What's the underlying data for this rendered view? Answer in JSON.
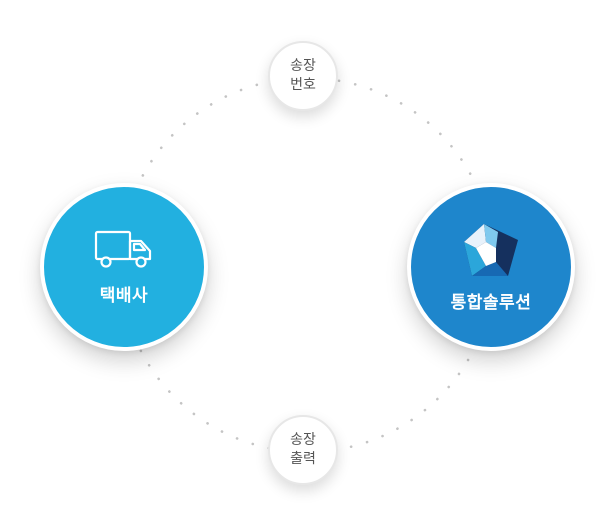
{
  "nodes": {
    "courier": {
      "label": "택배사",
      "icon": "truck-icon",
      "color": "#22b0e0"
    },
    "solution": {
      "label": "통합솔루션",
      "icon": "pentagon-logo-icon",
      "color": "#1e86cc"
    },
    "tracking": {
      "label": "송장\n번호"
    },
    "print": {
      "label": "송장\n출력"
    }
  },
  "connector": {
    "style": "dotted-ring",
    "dot_color": "#c4c4c4"
  }
}
